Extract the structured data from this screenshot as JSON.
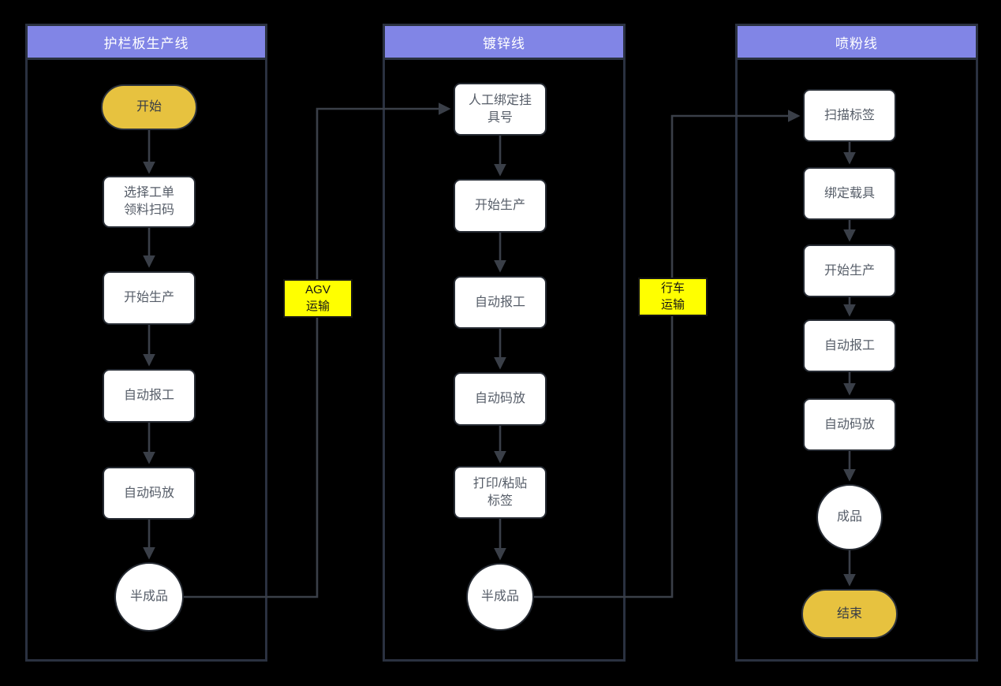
{
  "diagram": {
    "type": "swimlane-flowchart",
    "colors": {
      "background": "#000000",
      "laneHeaderBg": "#8185E6",
      "laneHeaderText": "#FFFFFF",
      "laneBorder": "#2A3140",
      "nodeBg": "#FFFFFF",
      "nodeBorder": "#262B33",
      "nodeText": "#565D68",
      "terminalBg": "#E7C23F",
      "terminalBorder": "#2B313C",
      "terminalText": "#363C47",
      "transportBg": "#FFFF00",
      "transportBorder": "#141414",
      "transportText": "#141414",
      "connector": "#3A3F48"
    },
    "lanes": [
      {
        "title": "护栏板生产线",
        "nodes": [
          {
            "label": "开始",
            "shape": "terminal"
          },
          {
            "label": "选择工单\n领料扫码",
            "shape": "box"
          },
          {
            "label": "开始生产",
            "shape": "box"
          },
          {
            "label": "自动报工",
            "shape": "box"
          },
          {
            "label": "自动码放",
            "shape": "box"
          },
          {
            "label": "半成品",
            "shape": "circle"
          }
        ]
      },
      {
        "title": "镀锌线",
        "nodes": [
          {
            "label": "人工绑定挂\n具号",
            "shape": "box"
          },
          {
            "label": "开始生产",
            "shape": "box"
          },
          {
            "label": "自动报工",
            "shape": "box"
          },
          {
            "label": "自动码放",
            "shape": "box"
          },
          {
            "label": "打印/粘贴\n标签",
            "shape": "box"
          },
          {
            "label": "半成品",
            "shape": "circle"
          }
        ]
      },
      {
        "title": "喷粉线",
        "nodes": [
          {
            "label": "扫描标签",
            "shape": "box"
          },
          {
            "label": "绑定载具",
            "shape": "box"
          },
          {
            "label": "开始生产",
            "shape": "box"
          },
          {
            "label": "自动报工",
            "shape": "box"
          },
          {
            "label": "自动码放",
            "shape": "box"
          },
          {
            "label": "成品",
            "shape": "circle"
          },
          {
            "label": "结束",
            "shape": "terminal"
          }
        ]
      }
    ],
    "transports": [
      {
        "label": "AGV\n运输",
        "from": "护栏板生产线",
        "to": "镀锌线"
      },
      {
        "label": "行车\n运输",
        "from": "镀锌线",
        "to": "喷粉线"
      }
    ]
  }
}
